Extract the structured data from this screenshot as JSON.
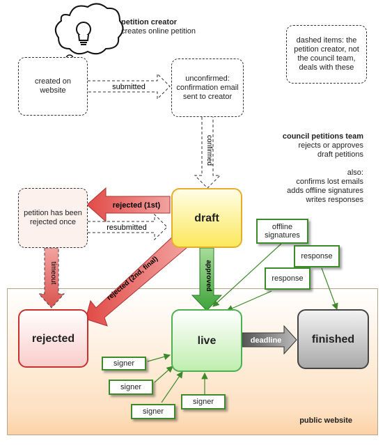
{
  "creator_label": {
    "title": "petition creator",
    "desc": "creates online petition"
  },
  "note": {
    "text": "dashed items: the petition creator, not the council team, deals with these"
  },
  "team": {
    "title": "council petitions team",
    "desc1": "rejects or approves",
    "desc2": "draft petitions",
    "also": "also:",
    "a1": "confirms lost emails",
    "a2": "adds offline signatures",
    "a3": "writes responses"
  },
  "nodes": {
    "created": "created on website",
    "unconfirmed": "unconfirmed: confirmation email sent to creator",
    "rejected_once": "petition has been rejected once",
    "draft": "draft",
    "rejected": "rejected",
    "live": "live",
    "finished": "finished"
  },
  "arrows": {
    "submitted": "submitted",
    "confirmed": "confirmed",
    "rejected_1st": "rejected (1st)",
    "resubmitted": "resubmitted",
    "timeout": "timeout",
    "rejected_final": "rejected (2nd, final)",
    "approved": "approved",
    "deadline": "deadline"
  },
  "external": {
    "offline": "offline signatures",
    "response1": "response",
    "response2": "response",
    "signer1": "signer",
    "signer2": "signer",
    "signer3": "signer",
    "signer4": "signer"
  },
  "zone_label": "public website",
  "colors": {
    "red": "#d9534f",
    "green": "#4caf50",
    "yellow": "#f2b826",
    "grey": "#666666",
    "line_green": "#3d8a2a"
  }
}
